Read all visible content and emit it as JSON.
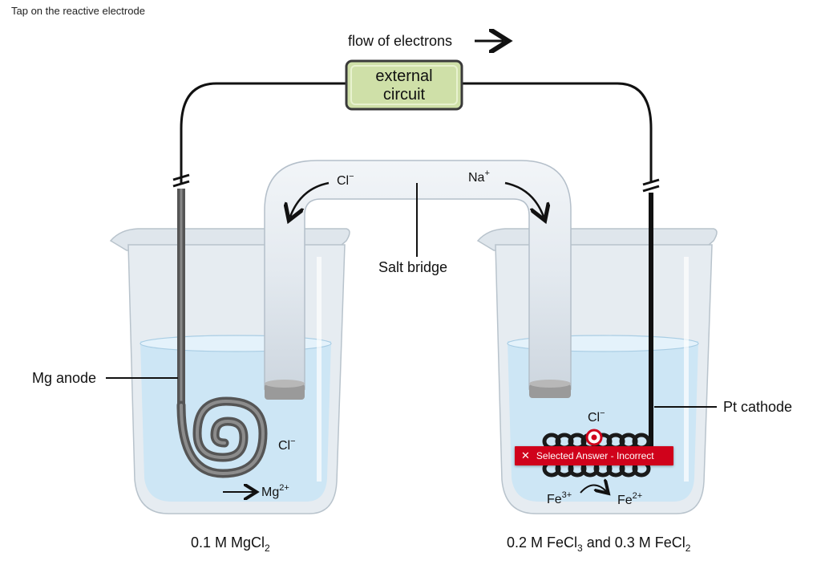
{
  "instruction": "Tap on the reactive electrode",
  "labels": {
    "flow": "flow of electrons",
    "circuit_line1": "external",
    "circuit_line2": "circuit",
    "salt_bridge": "Salt bridge",
    "mg_anode": "Mg anode",
    "pt_cathode": "Pt cathode",
    "cl_left_bridge": "Cl",
    "cl_left_bridge_sup": "−",
    "na_bridge": "Na",
    "na_bridge_sup": "+",
    "cl_left_beaker": "Cl",
    "cl_left_beaker_sup": "−",
    "mg_ion": "Mg",
    "mg_ion_sup": "2+",
    "cl_right_beaker": "Cl",
    "cl_right_beaker_sup": "−",
    "fe3": "Fe",
    "fe3_sup": "3+",
    "fe2": "Fe",
    "fe2_sup": "2+",
    "left_solution_a": "0.1 M MgCl",
    "left_solution_sub": "2",
    "right_solution_a": "0.2 M FeCl",
    "right_solution_sub1": "3",
    "right_solution_b": " and 0.3 M FeCl",
    "right_solution_sub2": "2"
  },
  "feedback": {
    "icon": "close-icon",
    "text": "Selected Answer - Incorrect"
  },
  "colors": {
    "solution": "#cfe8f6",
    "glass": "#e3eaef",
    "circuit_box": "#cfe0a8",
    "feedback_bg": "#d0021b",
    "marker": "#d0021b"
  }
}
